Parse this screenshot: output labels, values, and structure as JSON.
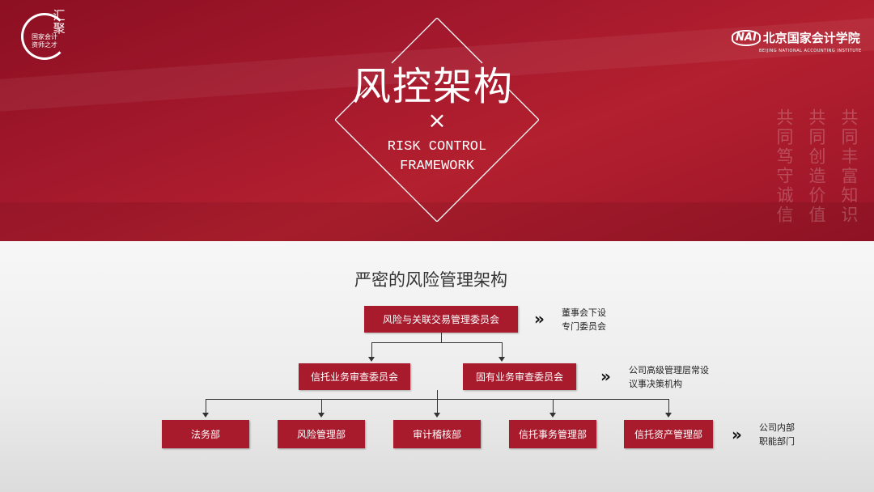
{
  "header": {
    "logo_left": {
      "main": "汇聚",
      "lines": [
        "国家会计",
        "资师之才"
      ]
    },
    "logo_right": {
      "mark": "NAI",
      "name_cn": "北京国家会计学院",
      "name_en": "BEIJING NATIONAL ACCOUNTING INSTITUTE"
    },
    "title_cn": "风控架构",
    "title_x": "×",
    "title_en_1": "RISK CONTROL",
    "title_en_2": "FRAMEWORK",
    "slogans": [
      "共同丰富知识",
      "共同创造价值",
      "共同笃守诚信"
    ]
  },
  "diagram": {
    "subtitle": "严密的风险管理架构",
    "level1": {
      "box": "风险与关联交易管理委员会",
      "note": [
        "董事会下设",
        "专门委员会"
      ]
    },
    "level2": {
      "boxes": [
        "信托业务审查委员会",
        "固有业务审查委员会"
      ],
      "note": [
        "公司高级管理层常设",
        "议事决策机构"
      ]
    },
    "level3": {
      "boxes": [
        "法务部",
        "风险管理部",
        "审计稽核部",
        "信托事务管理部",
        "信托资产管理部"
      ],
      "note": [
        "公司内部",
        "职能部门"
      ]
    },
    "chevron": "»"
  }
}
